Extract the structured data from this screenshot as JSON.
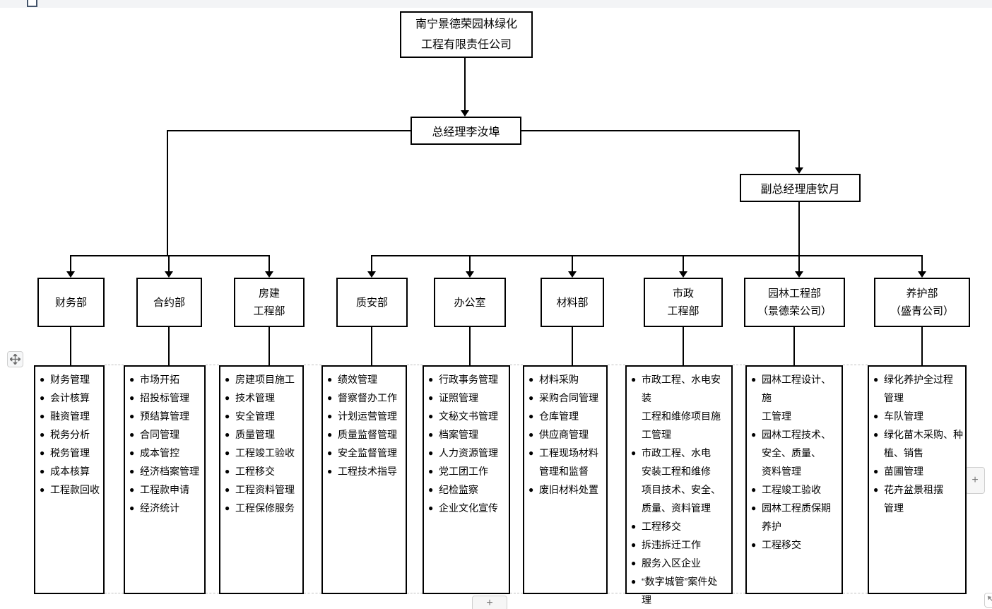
{
  "page": {
    "background": "#ffffff",
    "line_color": "#000000",
    "top_strip_color": "#f3f4f6"
  },
  "icons": {
    "bullet": "●",
    "move_handle": "move-cross-arrows",
    "resize": "diagonal-resize-arrows"
  },
  "chrome": {
    "add_row_label": "+",
    "add_col_label": "+"
  },
  "org": {
    "root": {
      "line1": "南宁景德荣园林绿化",
      "line2": "工程有限责任公司"
    },
    "general_manager": "总经理李汝埠",
    "deputy_general_manager": "副总经理唐钦月",
    "departments": [
      {
        "id": "finance",
        "name": [
          "财务部"
        ],
        "duties": [
          [
            "财务管理"
          ],
          [
            "会计核算"
          ],
          [
            "融资管理"
          ],
          [
            "税务分析"
          ],
          [
            "税务管理"
          ],
          [
            "成本核算"
          ],
          [
            "工程款回收"
          ]
        ]
      },
      {
        "id": "contract",
        "name": [
          "合约部"
        ],
        "duties": [
          [
            "市场开拓"
          ],
          [
            "招投标管理"
          ],
          [
            "预结算管理"
          ],
          [
            "合同管理"
          ],
          [
            "成本管控"
          ],
          [
            "经济档案管理"
          ],
          [
            "工程款申请"
          ],
          [
            "经济统计"
          ]
        ]
      },
      {
        "id": "housing",
        "name": [
          "房建",
          "工程部"
        ],
        "duties": [
          [
            "房建项目施工"
          ],
          [
            "技术管理"
          ],
          [
            "安全管理"
          ],
          [
            "质量管理"
          ],
          [
            "工程竣工验收"
          ],
          [
            "工程移交"
          ],
          [
            "工程资料管理"
          ],
          [
            "工程保修服务"
          ]
        ]
      },
      {
        "id": "quality",
        "name": [
          "质安部"
        ],
        "duties": [
          [
            "绩效管理"
          ],
          [
            "督察督办工作"
          ],
          [
            "计划运营管理"
          ],
          [
            "质量监督管理"
          ],
          [
            "安全监督管理"
          ],
          [
            "工程技术指导"
          ]
        ]
      },
      {
        "id": "office",
        "name": [
          "办公室"
        ],
        "duties": [
          [
            "行政事务管理"
          ],
          [
            "证照管理"
          ],
          [
            "文秘文书管理"
          ],
          [
            "档案管理"
          ],
          [
            "人力资源管理"
          ],
          [
            "党工团工作"
          ],
          [
            "纪检监察"
          ],
          [
            "企业文化宣传"
          ]
        ]
      },
      {
        "id": "materials",
        "name": [
          "材料部"
        ],
        "duties": [
          [
            "材料采购"
          ],
          [
            "采购合同管理"
          ],
          [
            "仓库管理"
          ],
          [
            "供应商管理"
          ],
          [
            "工程现场材料",
            "管理和监督"
          ],
          [
            "废旧材料处置"
          ]
        ]
      },
      {
        "id": "municipal",
        "name": [
          "市政",
          "工程部"
        ],
        "duties": [
          [
            "市政工程、水电安装",
            "工程和维修项目施",
            "工管理"
          ],
          [
            "市政工程、水电",
            "安装工程和维修",
            "项目技术、安全、",
            "质量、资料管理"
          ],
          [
            "工程移交"
          ],
          [
            "拆违拆迁工作"
          ],
          [
            "服务入区企业"
          ],
          [
            "“数字城管”案件处",
            "理"
          ]
        ]
      },
      {
        "id": "landscape",
        "name": [
          "园林工程部",
          "（景德荣公司）"
        ],
        "duties": [
          [
            "园林工程设计、施",
            "工管理"
          ],
          [
            "园林工程技术、",
            "安全、质量、",
            "资料管理"
          ],
          [
            "工程竣工验收"
          ],
          [
            "园林工程质保期",
            "养护"
          ],
          [
            "工程移交"
          ]
        ]
      },
      {
        "id": "maintenance",
        "name": [
          "养护部",
          "（盛青公司）"
        ],
        "duties": [
          [
            "绿化养护全过程",
            "管理"
          ],
          [
            "车队管理"
          ],
          [
            "绿化苗木采购、种",
            "植、销售"
          ],
          [
            "苗圃管理"
          ],
          [
            "花卉盆景租摆",
            "管理"
          ]
        ]
      }
    ]
  }
}
